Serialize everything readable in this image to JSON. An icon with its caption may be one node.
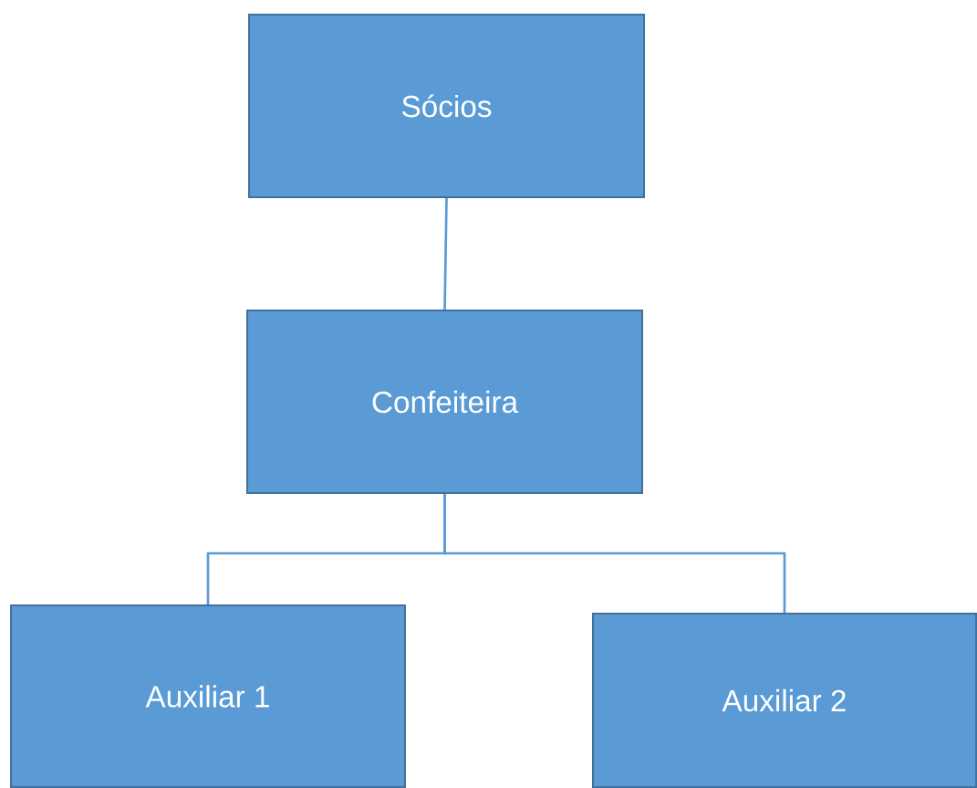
{
  "diagram": {
    "nodes": [
      {
        "text": [
          "Sócios"
        ]
      },
      {
        "text": [
          "Confeiteira"
        ]
      },
      {
        "text": [
          "Auxiliar 1"
        ]
      },
      {
        "text": [
          "Auxiliar 2"
        ]
      }
    ],
    "edges": [
      {
        "from": 0,
        "to": 1,
        "arrow": "none"
      },
      {
        "from": 1,
        "to": 2,
        "arrow": "none"
      },
      {
        "from": 1,
        "to": 3,
        "arrow": "none"
      }
    ]
  }
}
